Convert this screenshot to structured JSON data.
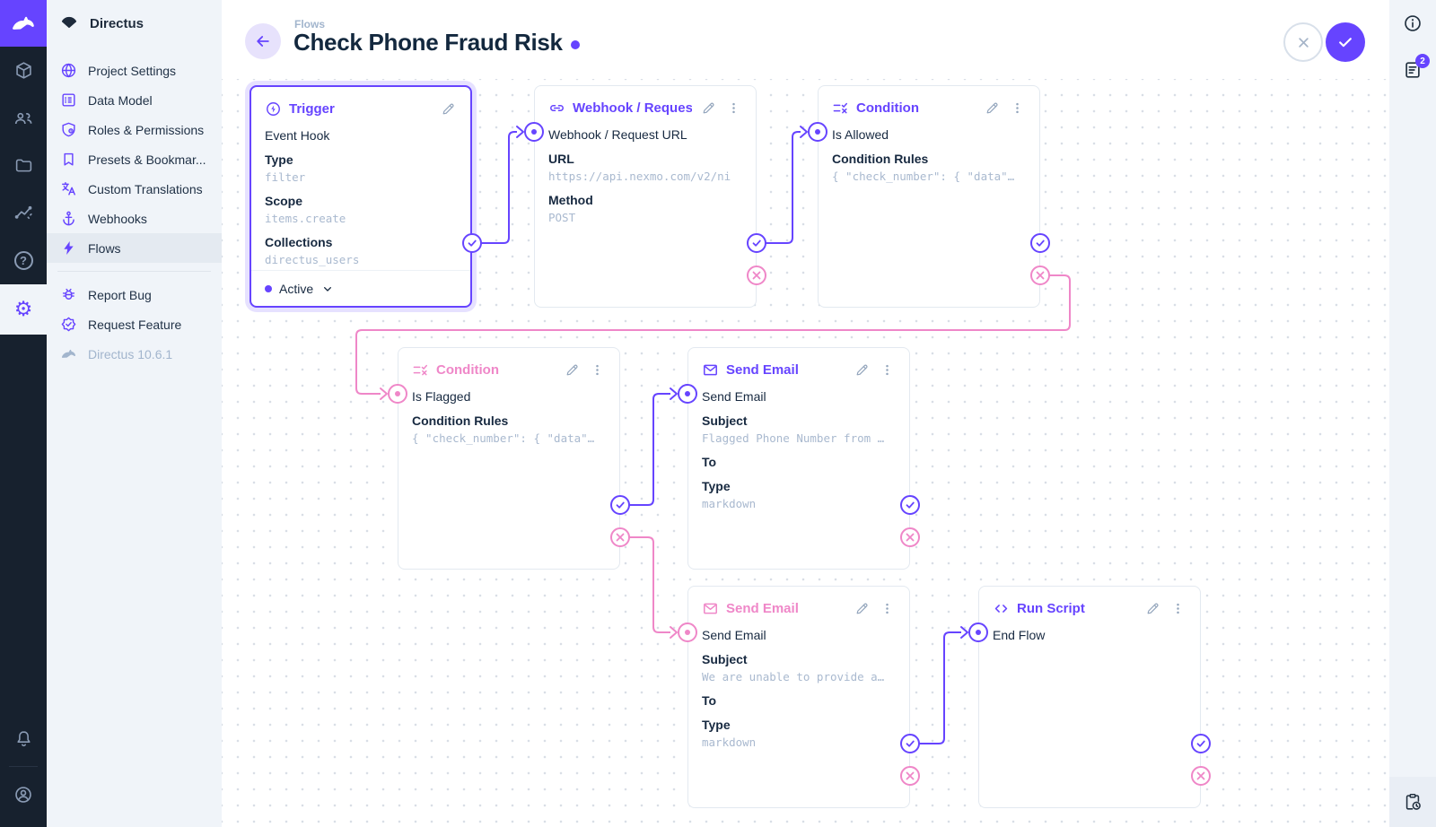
{
  "brand": {
    "accent_color": "#6644FF",
    "reject_color": "#EF87C8"
  },
  "sidebar": {
    "project_name": "Directus",
    "items": [
      {
        "label": "Project Settings"
      },
      {
        "label": "Data Model"
      },
      {
        "label": "Roles & Permissions"
      },
      {
        "label": "Presets & Bookmar..."
      },
      {
        "label": "Custom Translations"
      },
      {
        "label": "Webhooks"
      },
      {
        "label": "Flows"
      }
    ],
    "secondary_items": [
      {
        "label": "Report Bug"
      },
      {
        "label": "Request Feature"
      }
    ],
    "version": "Directus 10.6.1"
  },
  "module_bar": {
    "help_glyph": "?",
    "gear_glyph": "⚙"
  },
  "header": {
    "breadcrumb": "Flows",
    "title": "Check Phone Fraud Risk"
  },
  "rail": {
    "notifications_badge": "2"
  },
  "flow": {
    "nodes": {
      "trigger": {
        "title": "Trigger",
        "name": "Event Hook",
        "fields": [
          {
            "label": "Type",
            "value": "filter"
          },
          {
            "label": "Scope",
            "value": "items.create"
          },
          {
            "label": "Collections",
            "value": "directus_users"
          }
        ],
        "status": "Active"
      },
      "webhook": {
        "title": "Webhook / Request URL",
        "name": "Webhook / Request URL",
        "fields": [
          {
            "label": "URL",
            "value": "https://api.nexmo.com/v2/ni"
          },
          {
            "label": "Method",
            "value": "POST"
          }
        ]
      },
      "condition_allowed": {
        "title": "Condition",
        "name": "Is Allowed",
        "fields": [
          {
            "label": "Condition Rules",
            "value": "{ \"check_number\": { \"data\"…"
          }
        ]
      },
      "condition_flagged": {
        "title": "Condition",
        "name": "Is Flagged",
        "fields": [
          {
            "label": "Condition Rules",
            "value": "{ \"check_number\": { \"data\"…"
          }
        ]
      },
      "email_flagged": {
        "title": "Send Email",
        "name": "Send Email",
        "fields": [
          {
            "label": "Subject",
            "value": "Flagged Phone Number from …"
          },
          {
            "label": "To",
            "value": ""
          },
          {
            "label": "Type",
            "value": "markdown"
          }
        ]
      },
      "email_unable": {
        "title": "Send Email",
        "name": "Send Email",
        "fields": [
          {
            "label": "Subject",
            "value": "We are unable to provide a…"
          },
          {
            "label": "To",
            "value": ""
          },
          {
            "label": "Type",
            "value": "markdown"
          }
        ]
      },
      "run_script": {
        "title": "Run Script",
        "name": "End Flow",
        "fields": []
      }
    }
  }
}
